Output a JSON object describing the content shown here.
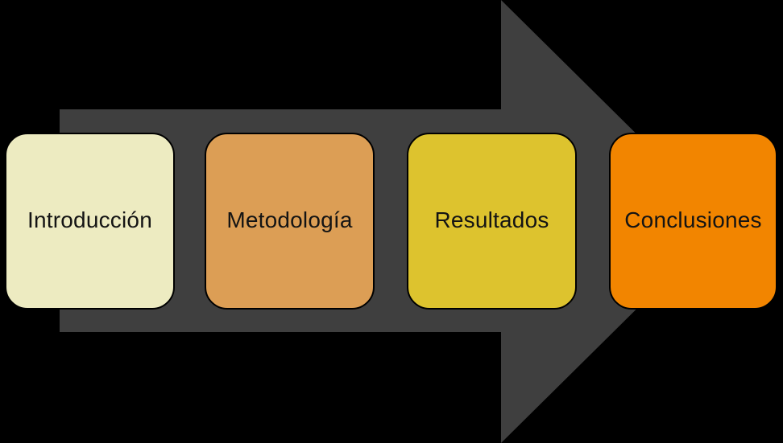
{
  "background_color": "#000000",
  "arrow": {
    "color": "#3F3F3F",
    "direction": "right"
  },
  "steps": [
    {
      "label": "Introducción",
      "fill": "#EDEBC1"
    },
    {
      "label": "Metodología",
      "fill": "#DC9E55"
    },
    {
      "label": "Resultados",
      "fill": "#DDC32E"
    },
    {
      "label": "Conclusiones",
      "fill": "#F28500"
    }
  ],
  "text_color": "#141414",
  "box_border_color": "#000000"
}
